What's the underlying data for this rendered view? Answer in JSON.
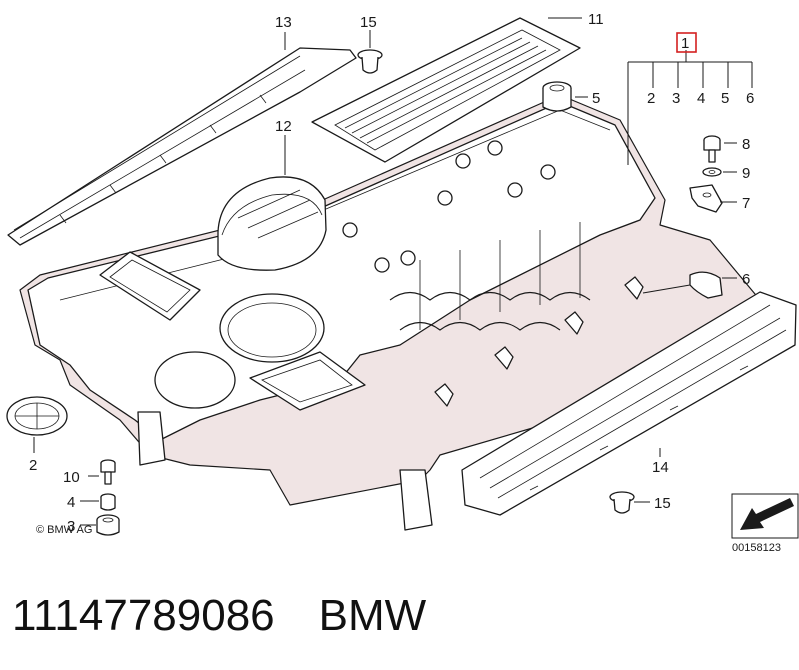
{
  "caption": {
    "part_number": "11147789086",
    "brand": "BMW"
  },
  "copyright": "© BMW AG",
  "reference_code": "00158123",
  "highlight_color": "#d42020",
  "callouts": {
    "c1": "1",
    "c2": "2",
    "c3": "3",
    "c4": "4",
    "c5": "5",
    "c6": "6",
    "c7": "7",
    "c8": "8",
    "c9": "9",
    "c10": "10",
    "c11": "11",
    "c12": "12",
    "c13": "13",
    "c14": "14",
    "c15": "15",
    "bracket_2": "2",
    "bracket_3": "3",
    "bracket_4": "4",
    "bracket_5": "5",
    "bracket_6": "6",
    "c6_lower": "6",
    "c15_lower": "15"
  }
}
